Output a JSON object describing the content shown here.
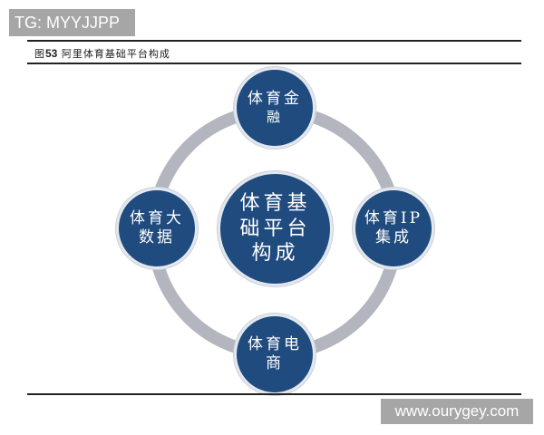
{
  "watermark_top": "TG: MYYJJPP",
  "watermark_bottom": "www.ourygey.com",
  "caption": {
    "prefix": "图",
    "number": "53",
    "title": "阿里体育基础平台构成"
  },
  "colors": {
    "node_fill": "#1f4b7e",
    "ring": "#b4b6bf",
    "text": "#ffffff"
  },
  "diagram": {
    "center": {
      "line1": "体育基",
      "line2": "础平台",
      "line3": "构成"
    },
    "nodes": {
      "top": {
        "line1": "体育金",
        "line2": "融"
      },
      "left": {
        "line1": "体育大",
        "line2": "数据"
      },
      "right": {
        "line1": "体育IP",
        "line2": "集成"
      },
      "bottom": {
        "line1": "体育电",
        "line2": "商"
      }
    }
  }
}
